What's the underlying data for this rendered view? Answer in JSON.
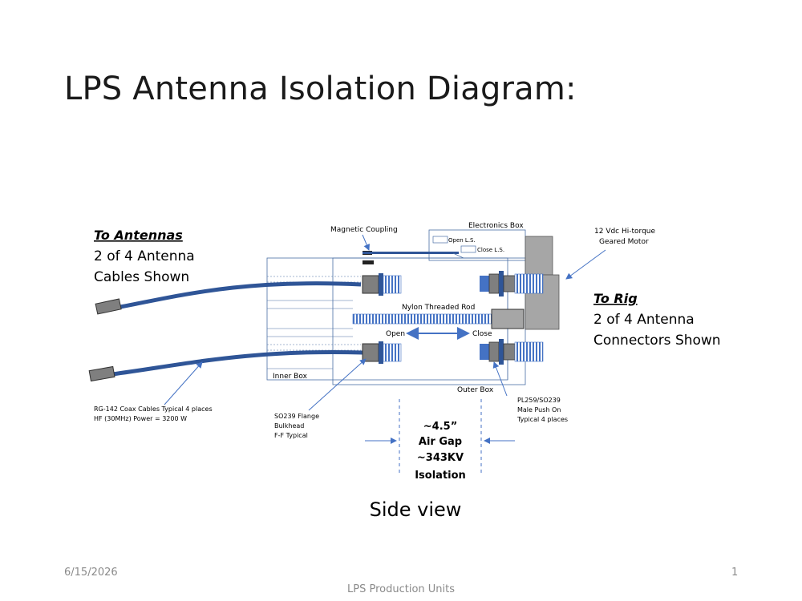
{
  "title": "LPS Antenna Isolation Diagram:",
  "labels": {
    "to_antennas": "To Antennas",
    "to_antennas_line1": "2 of 4 Antenna",
    "to_antennas_line2": "Cables Shown",
    "to_rig": "To Rig",
    "to_rig_line1": "2 of 4 Antenna",
    "to_rig_line2": "Connectors Shown",
    "magnetic_coupling": "Magnetic Coupling",
    "electronics_box": "Electronics Box",
    "open_ls": "Open L.S.",
    "close_ls": "Close L.S.",
    "motor_line1": "12 Vdc Hi-torque",
    "motor_line2": "Geared Motor",
    "nylon_rod": "Nylon Threaded Rod",
    "open": "Open",
    "close": "Close",
    "inner_box": "Inner Box",
    "outer_box": "Outer Box",
    "coax_line1": "RG-142 Coax Cables Typical 4 places",
    "coax_line2": "HF (30MHz) Power = 3200 W",
    "so239_line1": "SO239 Flange",
    "so239_line2": "Bulkhead",
    "so239_line3": "F-F Typical",
    "pl259_line1": "PL259/SO239",
    "pl259_line2": "Male Push On",
    "pl259_line3": "Typical 4 places",
    "gap_line1": "~4.5”",
    "gap_line2": "Air Gap",
    "gap_line3": "~343KV",
    "gap_line4": "Isolation",
    "side_view": "Side view"
  },
  "colors": {
    "cable": "#2f5597",
    "arrow": "#4472c4",
    "box_line": "#4a6fa5",
    "gray": "#a6a6a6",
    "dark_gray": "#7f7f7f"
  },
  "footer": {
    "date": "6/15/2026",
    "center": "LPS Production Units",
    "page": "1"
  }
}
